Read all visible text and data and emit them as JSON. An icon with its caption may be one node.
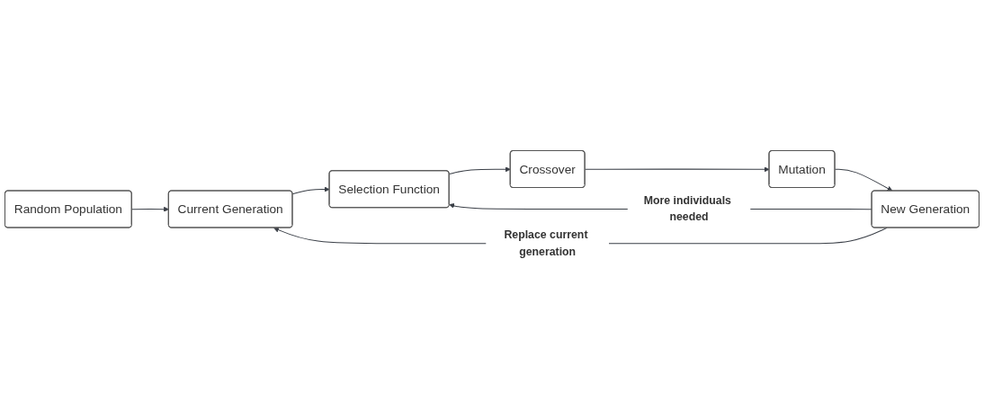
{
  "diagram": {
    "nodes": [
      {
        "text": [
          "Random Population"
        ]
      },
      {
        "text": [
          "Current Generation"
        ]
      },
      {
        "text": [
          "Selection Function"
        ]
      },
      {
        "text": [
          "Crossover"
        ]
      },
      {
        "text": [
          "Mutation"
        ]
      },
      {
        "text": [
          "New Generation"
        ]
      }
    ],
    "edges": [
      {
        "from": 0,
        "to": 1,
        "arrow": "to"
      },
      {
        "from": 1,
        "to": 2,
        "arrow": "to"
      },
      {
        "from": 2,
        "to": 3,
        "arrow": "to"
      },
      {
        "from": 3,
        "to": 4,
        "arrow": "to"
      },
      {
        "from": 4,
        "to": 5,
        "arrow": "to"
      },
      {
        "from": 5,
        "to": 2,
        "arrow": "to",
        "label": "More individuals needed"
      },
      {
        "from": 5,
        "to": 1,
        "arrow": "to",
        "label": "Replace current generation"
      }
    ]
  }
}
